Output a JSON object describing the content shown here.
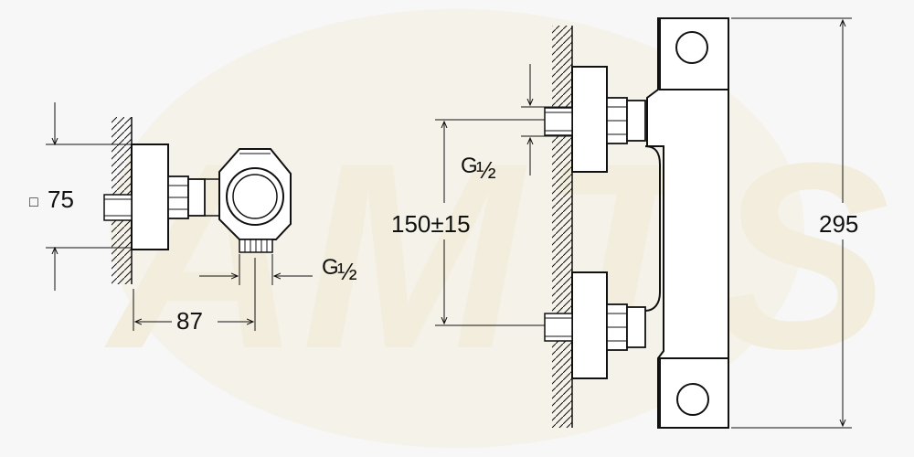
{
  "colors": {
    "line": "#111111",
    "fill": "#ffffff",
    "background": "#f7f7f7",
    "watermark": "#f2ead2"
  },
  "watermark": {
    "letters": [
      "A",
      "M",
      "T",
      "S"
    ]
  },
  "side_view": {
    "depth_dim": "75",
    "depth_symbol": "□",
    "projection_dim": "87",
    "outlet_thread_main": "G",
    "outlet_thread_fraction": "½"
  },
  "front_view": {
    "centers_dim": "150±15",
    "inlet_thread_main": "G",
    "inlet_thread_fraction": "½",
    "height_dim": "295"
  }
}
